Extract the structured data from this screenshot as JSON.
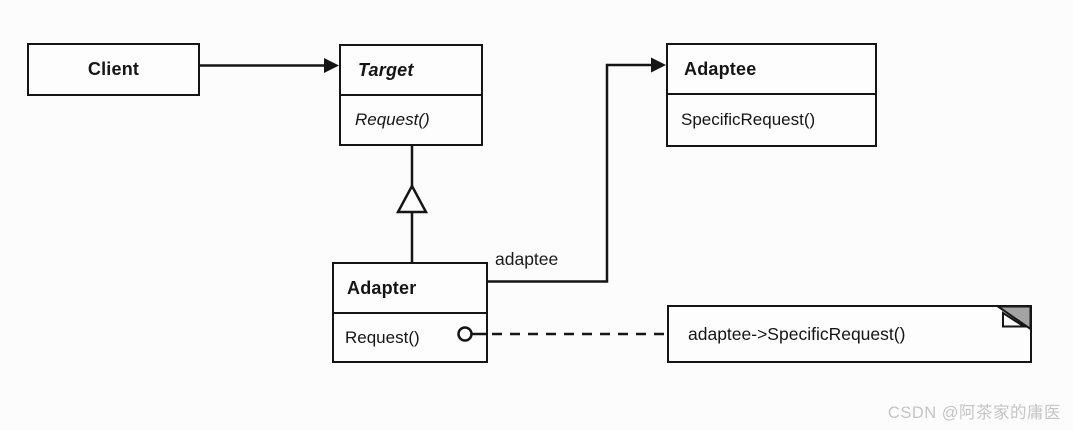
{
  "diagram": {
    "type": "uml-class-diagram",
    "classes": {
      "client": {
        "name": "Client"
      },
      "target": {
        "name": "Target",
        "abstract": true,
        "methods": [
          "Request()"
        ]
      },
      "adaptee": {
        "name": "Adaptee",
        "methods": [
          "SpecificRequest()"
        ]
      },
      "adapter": {
        "name": "Adapter",
        "methods": [
          "Request()"
        ]
      }
    },
    "relationships": [
      {
        "from": "Client",
        "to": "Target",
        "type": "association-arrow",
        "label": ""
      },
      {
        "from": "Adapter",
        "to": "Target",
        "type": "generalization",
        "label": ""
      },
      {
        "from": "Adapter",
        "to": "Adaptee",
        "type": "association-arrow",
        "label": "adaptee"
      },
      {
        "from": "Adapter.Request()",
        "to": "note",
        "type": "dashed-link",
        "label": ""
      }
    ],
    "note": {
      "text": "adaptee->SpecificRequest()"
    }
  },
  "watermark": {
    "text": "CSDN @阿茶家的庸医"
  },
  "colors": {
    "line": "#151515",
    "box_fill": "#fdfdfd",
    "note_fold_fill": "#a3a3a3",
    "watermark_text": "#c5c5c5",
    "background": "#fcfcfc"
  }
}
